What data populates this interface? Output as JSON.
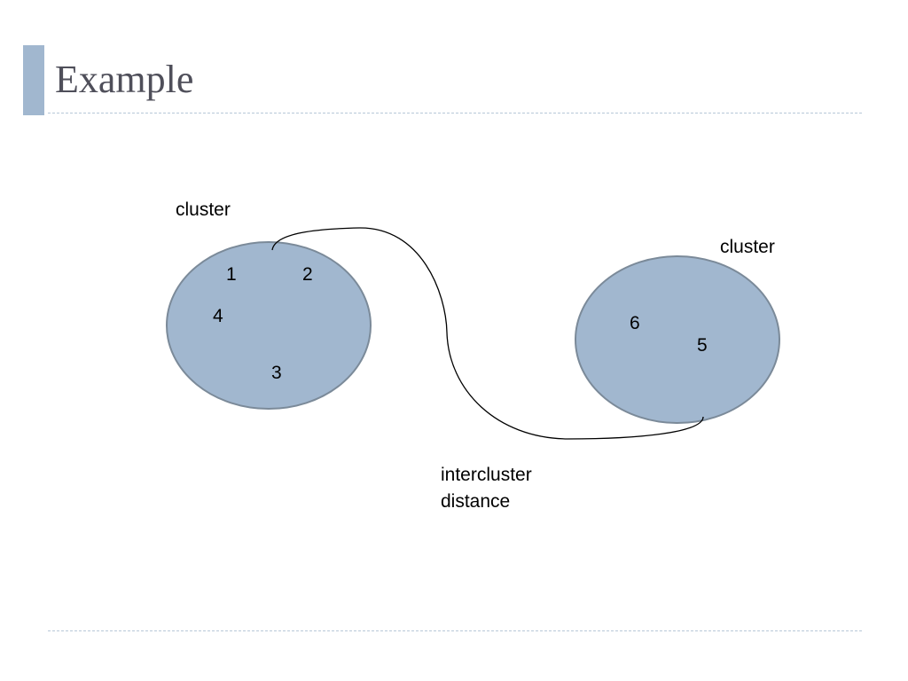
{
  "slide": {
    "title": "Example"
  },
  "diagram": {
    "left_cluster": {
      "label": "cluster",
      "points": [
        "1",
        "2",
        "4",
        "3"
      ]
    },
    "right_cluster": {
      "label": "cluster",
      "points": [
        "6",
        "5"
      ]
    },
    "connector": {
      "label_line1": "intercluster",
      "label_line2": "distance"
    }
  },
  "colors": {
    "cluster_fill": "#a1b7cf",
    "cluster_stroke": "#7b8a99",
    "accent": "#a1b7cf"
  }
}
